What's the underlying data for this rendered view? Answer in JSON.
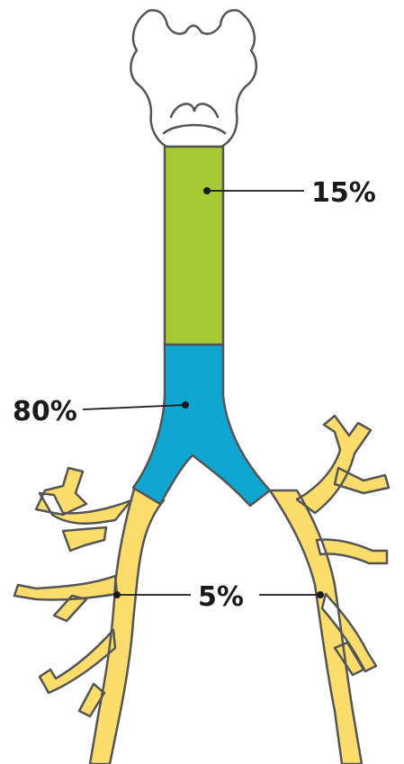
{
  "labels": {
    "trachea_upper": "15%",
    "carina": "80%",
    "bronchi": "5%"
  },
  "colors": {
    "trachea_upper": "#a6c832",
    "carina": "#0fa6d2",
    "bronchi": "#fcdc6b",
    "outline": "#555555",
    "larynx_fill": "#ffffff",
    "leader_line": "#1a1a1a",
    "text": "#1a1a1a"
  }
}
